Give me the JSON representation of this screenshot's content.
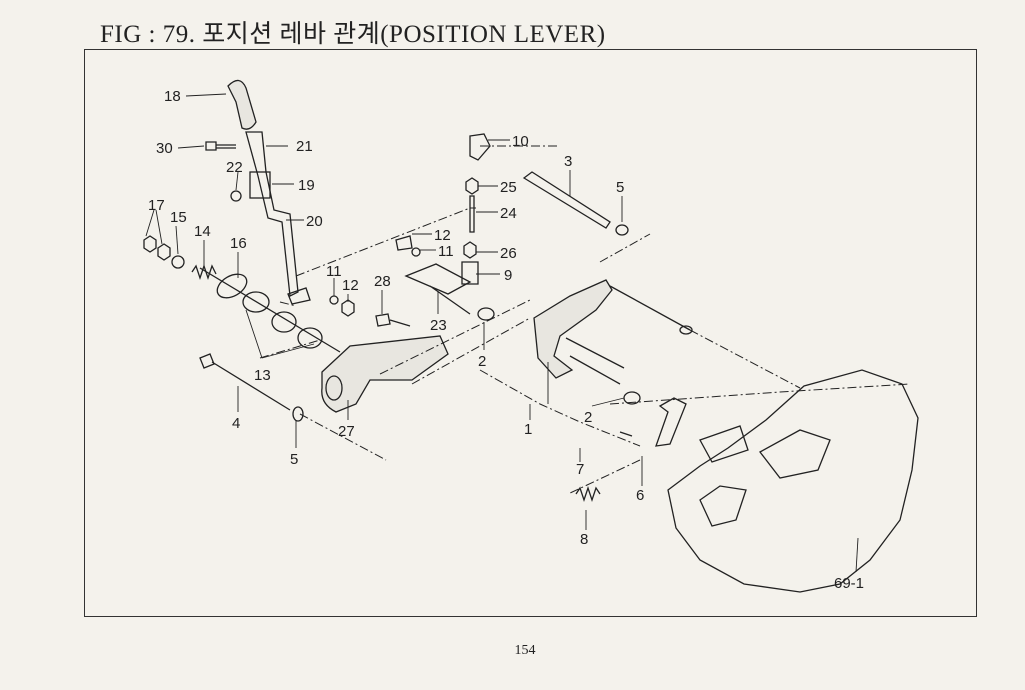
{
  "header": {
    "title": "FIG : 79. 포지션 레바 관계(POSITION LEVER)"
  },
  "footer": {
    "page_number": "154"
  },
  "diagram": {
    "part_labels": [
      "18",
      "30",
      "21",
      "22",
      "19",
      "17",
      "15",
      "14",
      "16",
      "20",
      "11",
      "12",
      "28",
      "13",
      "4",
      "5",
      "27",
      "10",
      "25",
      "24",
      "12",
      "11",
      "26",
      "9",
      "23",
      "2",
      "3",
      "5",
      "1",
      "2",
      "7",
      "6",
      "8",
      "69-1"
    ]
  }
}
